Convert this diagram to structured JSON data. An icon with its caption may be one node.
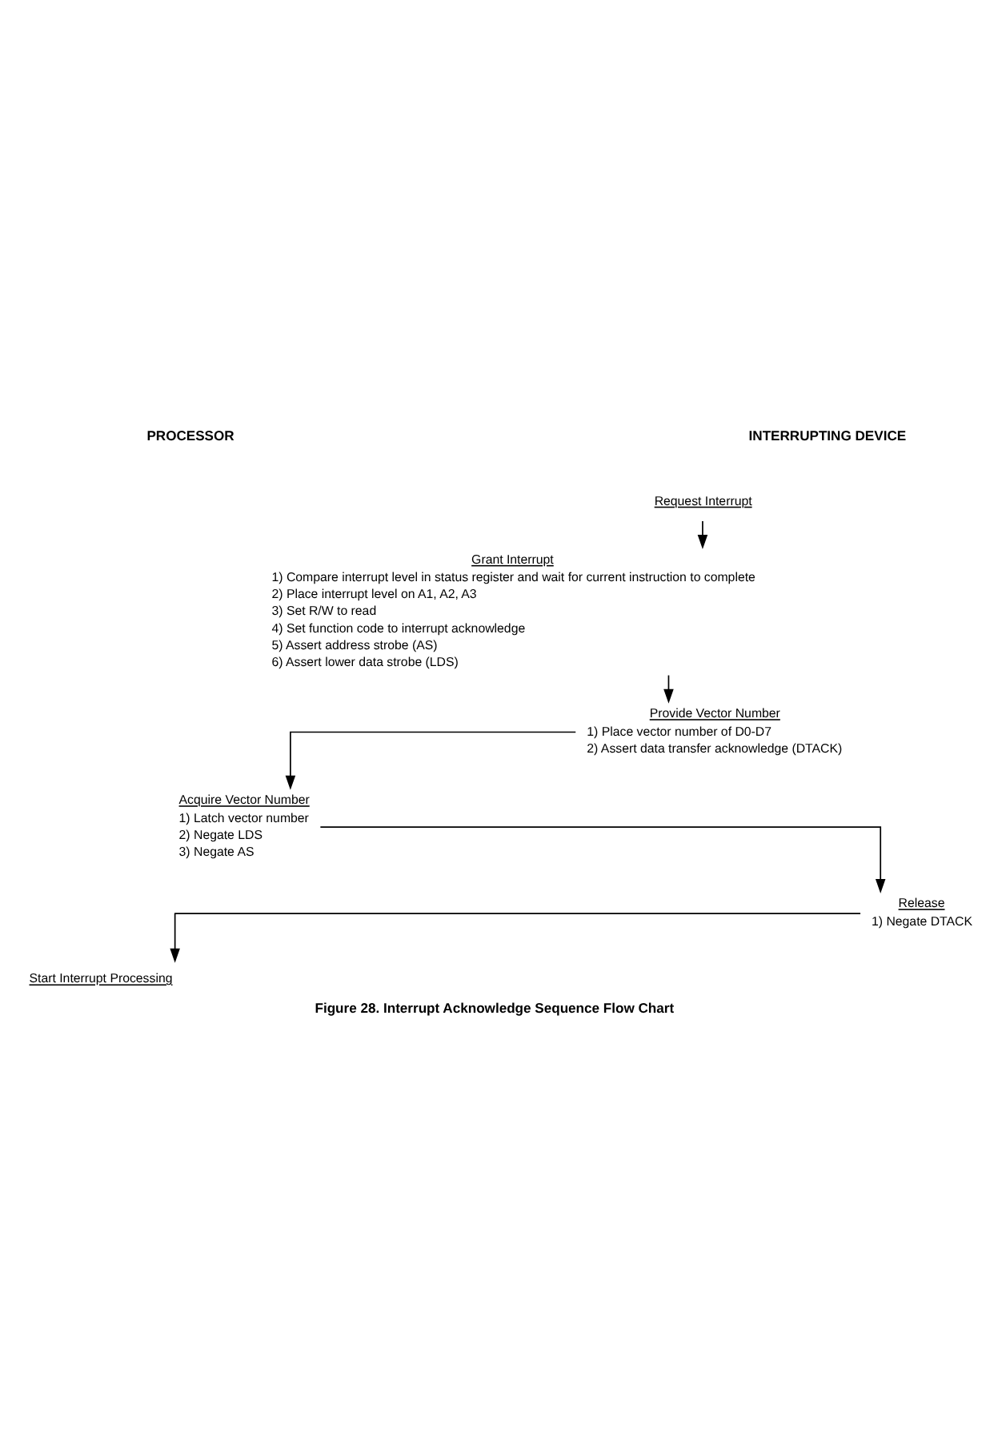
{
  "diagram": {
    "caption": "Figure 28. Interrupt Acknowledge Sequence Flow Chart",
    "nodes": [
      {
        "text": [
          "Request Interrupt"
        ]
      },
      {
        "text": [
          "Grant Interrupt",
          "1) Compare interrupt level in status register and wait for current instruction to complete",
          "2) Place interrupt level on A1, A2, A3",
          "3) Set R/W to read",
          "4) Set function code to interrupt acknowledge",
          "5) Assert address strobe (AS)",
          "6) Assert lower data strobe (LDS)"
        ]
      },
      {
        "text": [
          "Provide Vector Number",
          "1) Place vector number of D0-D7",
          "2) Assert data transfer acknowledge (DTACK)"
        ]
      },
      {
        "text": [
          "Acquire Vector Number",
          "1) Latch vector number",
          "2) Negate LDS",
          "3) Negate AS"
        ]
      },
      {
        "text": [
          "Release",
          "1) Negate DTACK"
        ]
      },
      {
        "text": [
          "Start Interrupt Processing"
        ]
      }
    ],
    "edges": [
      {
        "from": 0,
        "to": 1,
        "arrow": "to"
      },
      {
        "from": 1,
        "to": 2,
        "arrow": "to"
      },
      {
        "from": 2,
        "to": 3,
        "arrow": "to"
      },
      {
        "from": 3,
        "to": 4,
        "arrow": "to"
      },
      {
        "from": 4,
        "to": 5,
        "arrow": "to"
      }
    ],
    "labels": [
      "PROCESSOR",
      "INTERRUPTING DEVICE"
    ]
  }
}
